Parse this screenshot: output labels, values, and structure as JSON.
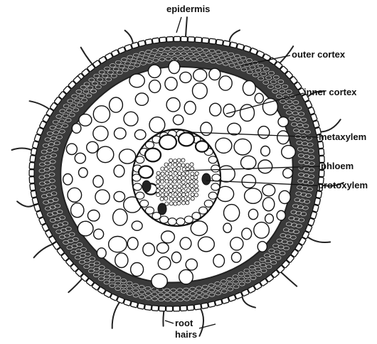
{
  "diagram": {
    "labels": {
      "epidermis": "epidermis",
      "outer_cortex": "outer cortex",
      "inner_cortex": "inner cortex",
      "metaxylem": "metaxylem",
      "phloem": "phloem",
      "protoxylem": "protoxylem",
      "root_hairs_line1": "root",
      "root_hairs_line2": "hairs"
    }
  }
}
